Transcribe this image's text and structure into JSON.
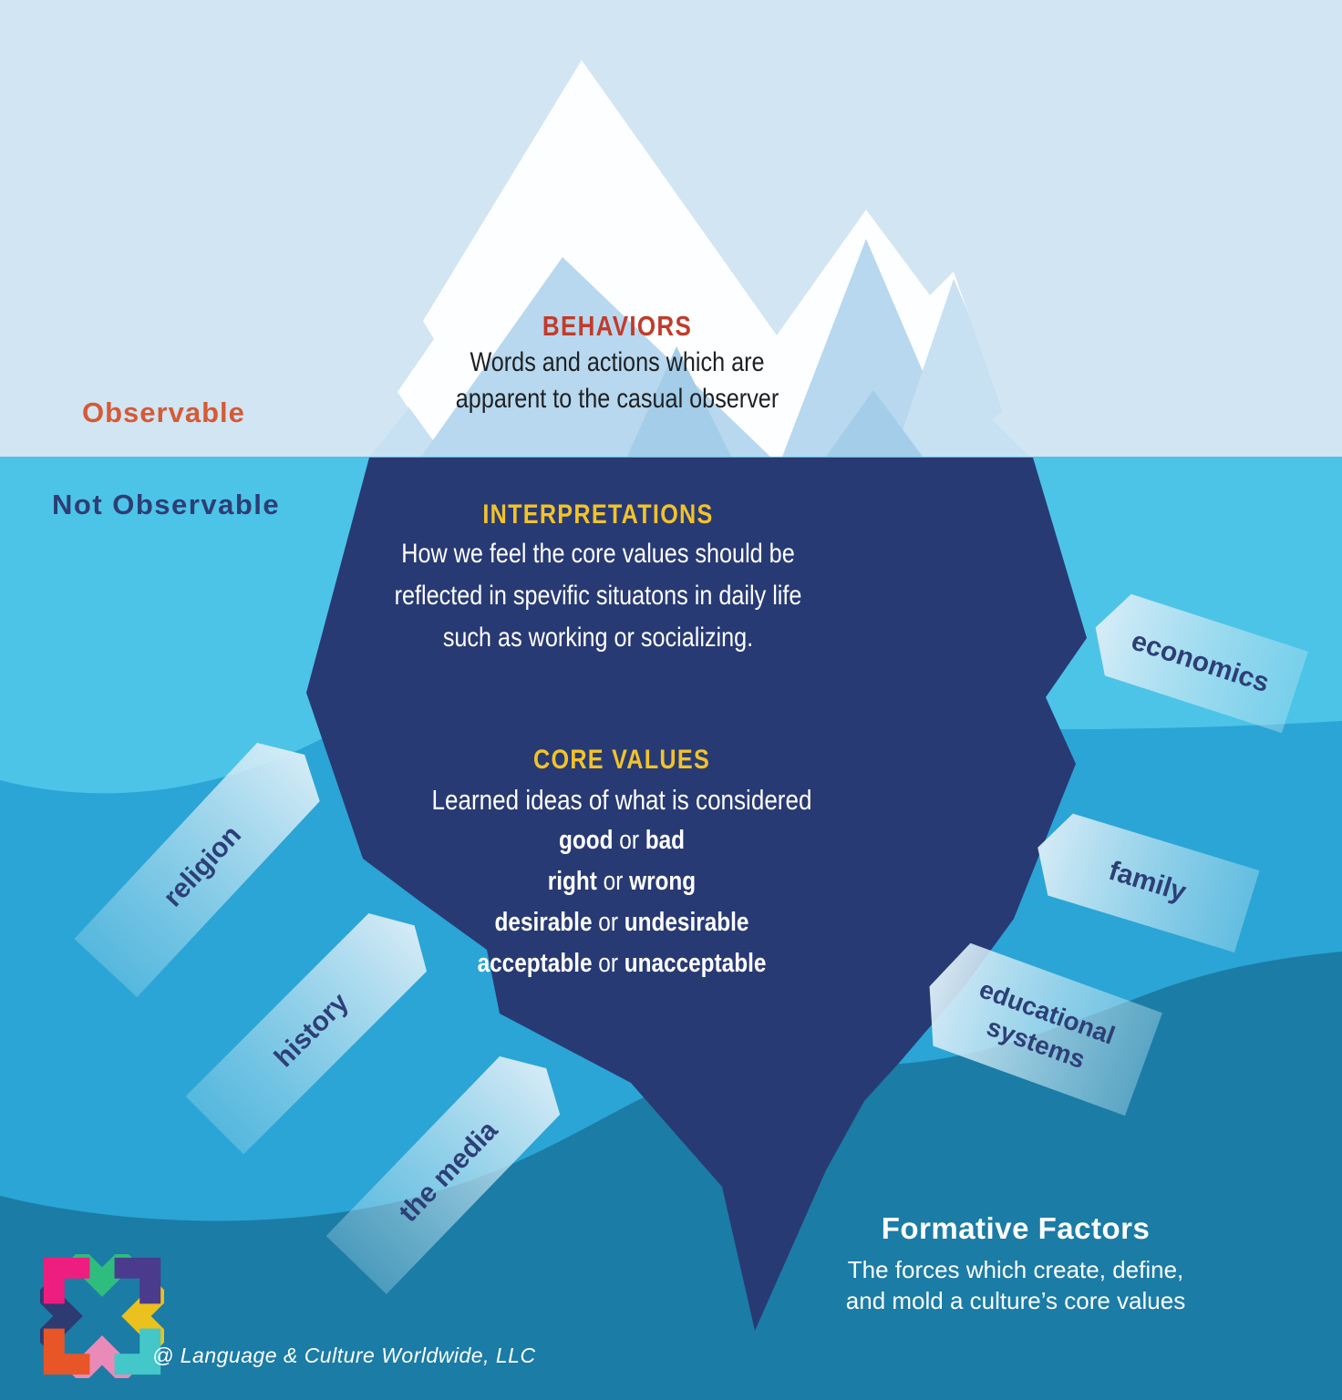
{
  "labels": {
    "observable": "Observable",
    "not_observable": "Not Observable"
  },
  "sections": {
    "behaviors": {
      "title": "BEHAVIORS",
      "lines": [
        "Words and actions which are",
        "apparent to the casual observer"
      ]
    },
    "interpretations": {
      "title": "INTERPRETATIONS",
      "lines": [
        "How we feel the core values should be",
        "reflected in spevific situatons in daily life",
        "such as working or socializing."
      ]
    },
    "core_values": {
      "title": "CORE VALUES",
      "intro": "Learned ideas of what is considered",
      "connector": "or",
      "pairs": [
        {
          "left": "good",
          "right": "bad"
        },
        {
          "left": "right",
          "right": "wrong"
        },
        {
          "left": "desirable",
          "right": "undesirable"
        },
        {
          "left": "acceptable",
          "right": "unacceptable"
        }
      ]
    }
  },
  "factor_tags": {
    "religion": {
      "label": "religion"
    },
    "history": {
      "label": "history"
    },
    "the_media": {
      "label": "the media"
    },
    "economics": {
      "label": "economics"
    },
    "family": {
      "label": "family"
    },
    "educational_systems": {
      "line1": "educational",
      "line2": "systems"
    }
  },
  "formative_factors": {
    "title": "Formative Factors",
    "lines": [
      "The forces which create, define,",
      "and mold a culture’s core values"
    ]
  },
  "attribution": "@ Language & Culture Worldwide, LLC",
  "logo": {
    "name": "language-culture-worldwide-star-logo"
  },
  "colors": {
    "sky": "#d2e5f2",
    "water_surface": "#4cc4e8",
    "water_mid": "#2aa5d6",
    "water_deep": "#1b7ca6",
    "iceberg_above": "#fdfeff",
    "iceberg_below": "#283a74",
    "facet_light": "#b7d8ee",
    "facet_dark": "#a3cde9",
    "tag_text": "#2d3f77",
    "behaviors_red": "#c23b2b",
    "observable_orange": "#d55a36",
    "heading_yellow": "#f2c329",
    "text_dark": "#1e2022",
    "text_white": "#ffffff",
    "navy": "#2e3d74",
    "logo_green": "#2ebd7d",
    "logo_purple": "#4a3b8d",
    "logo_yellow": "#eac11d",
    "logo_teal": "#43c7c9",
    "logo_pink_light": "#e98ab8",
    "logo_orange": "#e85527",
    "logo_navy": "#2e3a72",
    "logo_magenta": "#ee1d80"
  }
}
